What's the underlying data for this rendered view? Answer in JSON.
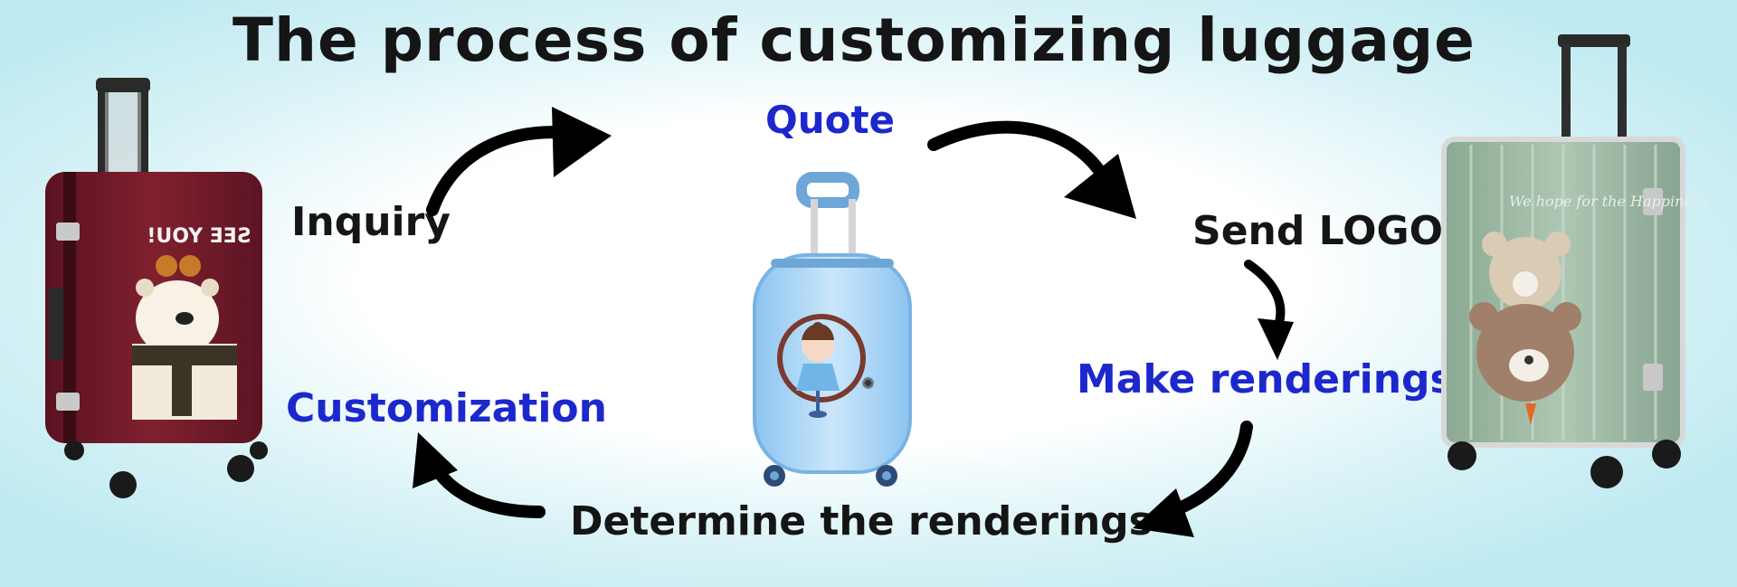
{
  "title": "The process of customizing luggage",
  "steps": {
    "inquiry": "Inquiry",
    "quote": "Quote",
    "send_logo": "Send LOGO",
    "make_renderings": "Make renderings",
    "determine": "Determine the renderings",
    "customization": "Customization"
  },
  "suitcases": {
    "left_print": "SEE YOU!",
    "right_print": "We hope for the Happiness"
  },
  "colors": {
    "step_black": "#151515",
    "step_blue": "#1c28cc",
    "left_suitcase": "#7b1f2e",
    "center_suitcase": "#a9d5f6",
    "right_suitcase": "#9db8a3"
  }
}
